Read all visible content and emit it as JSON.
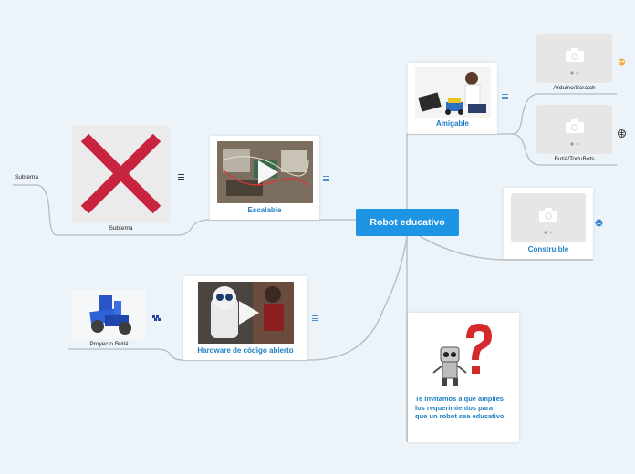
{
  "central_topic": "Robot educativo",
  "nodes": {
    "amigable": {
      "label": "Amigable"
    },
    "escalable": {
      "label": "Escalable"
    },
    "construible": {
      "label": "Construible"
    },
    "hardware": {
      "label": "Hardware de código abierto"
    },
    "requirements": {
      "label": "Te invitamos a que amplíes los requerimientos  para que un robot sea educativo"
    }
  },
  "subtopics": {
    "arduino": "Arduino/Scratch",
    "butia": "Butiá/TortuBots",
    "subtema_card": "Subtema",
    "subtema_text": "Subtema",
    "proyecto_butia": "Proyecto Butiá"
  },
  "icons": [
    "menu-icon",
    "camera-icon",
    "globe-icon",
    "play-icon",
    "link-icon",
    "close-icon",
    "question-icon",
    "robot-icon"
  ],
  "colors": {
    "background": "#ecf4fa",
    "central": "#1e95e4",
    "label": "#1d7fc4",
    "connector": "#b3bac2",
    "cross": "#c8233f"
  }
}
